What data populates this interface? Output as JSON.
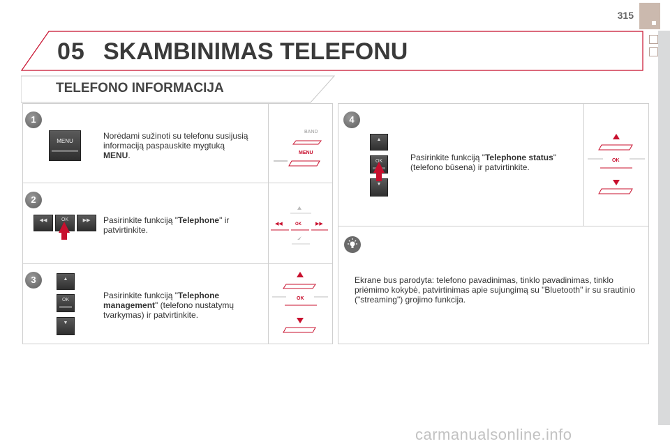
{
  "header": {
    "page_number": "315",
    "chapter_number": "05",
    "chapter_title": "SKAMBINIMAS TELEFONU",
    "section_title": "TELEFONO INFORMACIJA"
  },
  "steps": [
    {
      "number": "1",
      "text_before": "Norėdami sužinoti su telefonu susijusią informaciją paspauskite mygtuką ",
      "text_bold": "MENU",
      "text_after": ".",
      "button_label": "MENU",
      "diagram_labels": [
        "BAND",
        "MENU"
      ]
    },
    {
      "number": "2",
      "text_before": "Pasirinkite funkciją \"",
      "text_bold": "Telephone",
      "text_after": "\" ir patvirtinkite.",
      "button_labels": [
        "◀◀",
        "OK",
        "▶▶"
      ],
      "diagram_labels": [
        "◀◀",
        "OK",
        "▶▶"
      ]
    },
    {
      "number": "3",
      "text_before": "Pasirinkite funkciją \"",
      "text_bold": "Telephone management",
      "text_after": "\" (telefono nustatymų tvarkymas) ir patvirtinkite.",
      "button_labels": [
        "▲",
        "OK",
        "▼"
      ],
      "diagram_labels": [
        "OK"
      ]
    },
    {
      "number": "4",
      "text_before": "Pasirinkite funkciją \"",
      "text_bold": "Telephone status",
      "text_after": "\" (telefono būsena) ir patvirtinkite.",
      "button_labels": [
        "▲",
        "OK",
        "▼"
      ],
      "diagram_labels": [
        "OK"
      ]
    }
  ],
  "info": {
    "icon": "lightbulb-icon",
    "text": "Ekrane bus parodyta: telefono pavadinimas, tinklo pavadinimas, tinklo priėmimo kokybė, patvirtinimas apie sujungimą su \"Bluetooth\" ir su srautinio (\"streaming\") grojimo funkcija."
  },
  "footer": {
    "url": "carmanualsonline.info"
  },
  "colors": {
    "accent_red": "#c8102e",
    "chapter_tab": "#cbb9ae",
    "badge_gray": "#6a6a6a"
  }
}
